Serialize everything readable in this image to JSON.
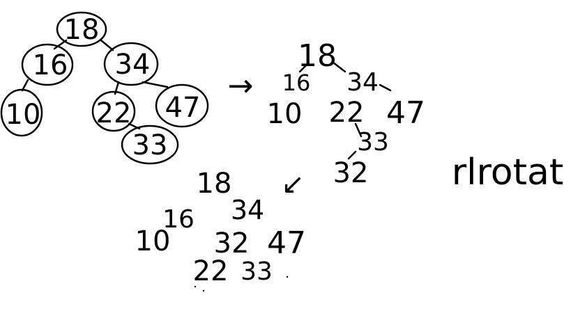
{
  "tree_before": {
    "nodes": [
      {
        "id": "n18",
        "label": "18"
      },
      {
        "id": "n16",
        "label": "16"
      },
      {
        "id": "n34",
        "label": "34"
      },
      {
        "id": "n10",
        "label": "10"
      },
      {
        "id": "n22",
        "label": "22"
      },
      {
        "id": "n47",
        "label": "47"
      },
      {
        "id": "n33",
        "label": "33"
      }
    ]
  },
  "tree_middle": {
    "nodes": [
      {
        "id": "m18",
        "label": "18"
      },
      {
        "id": "m16",
        "label": "16"
      },
      {
        "id": "m34",
        "label": "34"
      },
      {
        "id": "m10",
        "label": "10"
      },
      {
        "id": "m22",
        "label": "22"
      },
      {
        "id": "m47",
        "label": "47"
      },
      {
        "id": "m33",
        "label": "33"
      },
      {
        "id": "m32",
        "label": "32"
      }
    ]
  },
  "tree_after": {
    "nodes": [
      {
        "id": "a18",
        "label": "18"
      },
      {
        "id": "a16",
        "label": "16"
      },
      {
        "id": "a34",
        "label": "34"
      },
      {
        "id": "a10",
        "label": "10"
      },
      {
        "id": "a32",
        "label": "32"
      },
      {
        "id": "a47",
        "label": "47"
      },
      {
        "id": "a22",
        "label": "22"
      },
      {
        "id": "a33",
        "label": "33"
      }
    ]
  },
  "annotation": "rlrotat",
  "arrows": {
    "right": "→",
    "down": "↙"
  }
}
